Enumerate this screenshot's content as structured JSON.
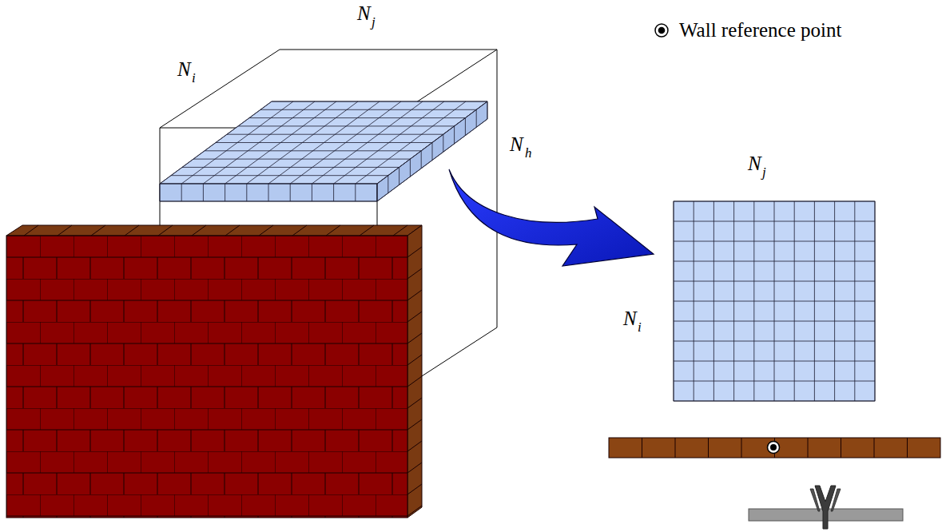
{
  "diagram": {
    "labels": [
      "N",
      "j",
      "N",
      "i",
      "N",
      "h",
      "N",
      "j",
      "N",
      "i"
    ],
    "legend": [
      {
        "text": "Wall reference point"
      }
    ]
  }
}
